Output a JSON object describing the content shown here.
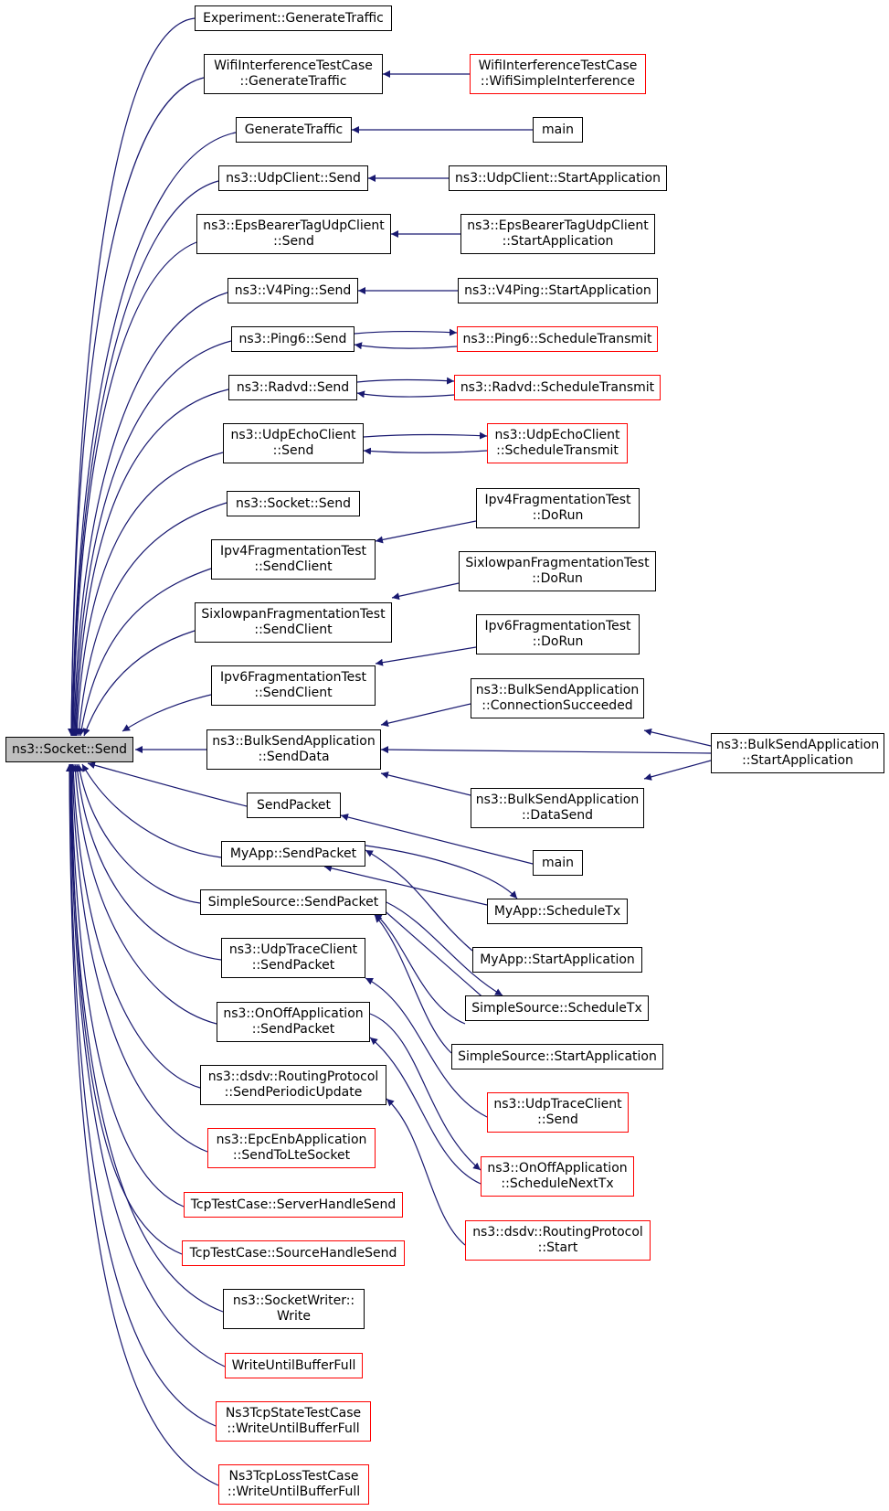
{
  "colors": {
    "edge": "#191970",
    "border": "#000000",
    "missing_border": "#ff0000",
    "root_fill": "#bfbfbf"
  },
  "nodes": [
    {
      "id": "root",
      "lines": [
        "ns3::Socket::Send"
      ]
    },
    {
      "id": "c1",
      "lines": [
        "Experiment::GenerateTraffic"
      ]
    },
    {
      "id": "c2",
      "lines": [
        "WifiInterferenceTestCase",
        "::GenerateTraffic"
      ]
    },
    {
      "id": "c3",
      "lines": [
        "GenerateTraffic"
      ]
    },
    {
      "id": "c4",
      "lines": [
        "ns3::UdpClient::Send"
      ]
    },
    {
      "id": "c5",
      "lines": [
        "ns3::EpsBearerTagUdpClient",
        "::Send"
      ]
    },
    {
      "id": "c6",
      "lines": [
        "ns3::V4Ping::Send"
      ]
    },
    {
      "id": "c7",
      "lines": [
        "ns3::Ping6::Send"
      ]
    },
    {
      "id": "c8",
      "lines": [
        "ns3::Radvd::Send"
      ]
    },
    {
      "id": "c9",
      "lines": [
        "ns3::UdpEchoClient",
        "::Send"
      ]
    },
    {
      "id": "c10",
      "lines": [
        "ns3::Socket::Send"
      ]
    },
    {
      "id": "c11",
      "lines": [
        "Ipv4FragmentationTest",
        "::SendClient"
      ]
    },
    {
      "id": "c12",
      "lines": [
        "SixlowpanFragmentationTest",
        "::SendClient"
      ]
    },
    {
      "id": "c13",
      "lines": [
        "Ipv6FragmentationTest",
        "::SendClient"
      ]
    },
    {
      "id": "c14",
      "lines": [
        "ns3::BulkSendApplication",
        "::SendData"
      ]
    },
    {
      "id": "c15",
      "lines": [
        "SendPacket"
      ]
    },
    {
      "id": "c16",
      "lines": [
        "MyApp::SendPacket"
      ]
    },
    {
      "id": "c17",
      "lines": [
        "SimpleSource::SendPacket"
      ]
    },
    {
      "id": "c18",
      "lines": [
        "ns3::UdpTraceClient",
        "::SendPacket"
      ]
    },
    {
      "id": "c19",
      "lines": [
        "ns3::OnOffApplication",
        "::SendPacket"
      ]
    },
    {
      "id": "c20",
      "lines": [
        "ns3::dsdv::RoutingProtocol",
        "::SendPeriodicUpdate"
      ]
    },
    {
      "id": "c21",
      "lines": [
        "ns3::EpcEnbApplication",
        "::SendToLteSocket"
      ],
      "missing": true
    },
    {
      "id": "c22",
      "lines": [
        "TcpTestCase::ServerHandleSend"
      ],
      "missing": true
    },
    {
      "id": "c23",
      "lines": [
        "TcpTestCase::SourceHandleSend"
      ],
      "missing": true
    },
    {
      "id": "c24",
      "lines": [
        "ns3::SocketWriter::",
        "Write"
      ]
    },
    {
      "id": "c25",
      "lines": [
        "WriteUntilBufferFull"
      ],
      "missing": true
    },
    {
      "id": "c26",
      "lines": [
        "Ns3TcpStateTestCase",
        "::WriteUntilBufferFull"
      ],
      "missing": true
    },
    {
      "id": "c27",
      "lines": [
        "Ns3TcpLossTestCase",
        "::WriteUntilBufferFull"
      ],
      "missing": true
    },
    {
      "id": "g1",
      "lines": [
        "WifiInterferenceTestCase",
        "::WifiSimpleInterference"
      ],
      "missing": true
    },
    {
      "id": "g2",
      "lines": [
        "main"
      ]
    },
    {
      "id": "g3",
      "lines": [
        "ns3::UdpClient::StartApplication"
      ]
    },
    {
      "id": "g4",
      "lines": [
        "ns3::EpsBearerTagUdpClient",
        "::StartApplication"
      ]
    },
    {
      "id": "g5",
      "lines": [
        "ns3::V4Ping::StartApplication"
      ]
    },
    {
      "id": "g6",
      "lines": [
        "ns3::Ping6::ScheduleTransmit"
      ],
      "missing": true
    },
    {
      "id": "g7",
      "lines": [
        "ns3::Radvd::ScheduleTransmit"
      ],
      "missing": true
    },
    {
      "id": "g8",
      "lines": [
        "ns3::UdpEchoClient",
        "::ScheduleTransmit"
      ],
      "missing": true
    },
    {
      "id": "g9",
      "lines": [
        "Ipv4FragmentationTest",
        "::DoRun"
      ]
    },
    {
      "id": "g10",
      "lines": [
        "SixlowpanFragmentationTest",
        "::DoRun"
      ]
    },
    {
      "id": "g11",
      "lines": [
        "Ipv6FragmentationTest",
        "::DoRun"
      ]
    },
    {
      "id": "g12",
      "lines": [
        "ns3::BulkSendApplication",
        "::ConnectionSucceeded"
      ]
    },
    {
      "id": "g13",
      "lines": [
        "ns3::BulkSendApplication",
        "::StartApplication"
      ]
    },
    {
      "id": "g14",
      "lines": [
        "ns3::BulkSendApplication",
        "::DataSend"
      ]
    },
    {
      "id": "g15",
      "lines": [
        "main"
      ]
    },
    {
      "id": "g16",
      "lines": [
        "MyApp::ScheduleTx"
      ]
    },
    {
      "id": "g17",
      "lines": [
        "MyApp::StartApplication"
      ]
    },
    {
      "id": "g18",
      "lines": [
        "SimpleSource::ScheduleTx"
      ]
    },
    {
      "id": "g19",
      "lines": [
        "SimpleSource::StartApplication"
      ]
    },
    {
      "id": "g20",
      "lines": [
        "ns3::UdpTraceClient",
        "::Send"
      ],
      "missing": true
    },
    {
      "id": "g21",
      "lines": [
        "ns3::OnOffApplication",
        "::ScheduleNextTx"
      ],
      "missing": true
    },
    {
      "id": "g22",
      "lines": [
        "ns3::dsdv::RoutingProtocol",
        "::Start"
      ],
      "missing": true
    }
  ]
}
